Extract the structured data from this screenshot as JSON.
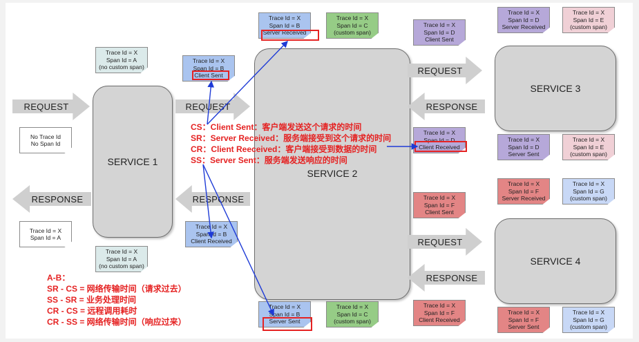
{
  "services": {
    "s1": "SERVICE 1",
    "s2": "SERVICE 2",
    "s3": "SERVICE 3",
    "s4": "SERVICE 4"
  },
  "arrows": {
    "request": "REQUEST",
    "response": "RESPONSE"
  },
  "notes": {
    "n1": [
      "Trace Id = X",
      "Span Id = A",
      "(no custom span)"
    ],
    "n2": [
      "No Trace Id",
      "No Span Id"
    ],
    "n3": [
      "Trace Id = X",
      "Span Id = A"
    ],
    "n4": [
      "Trace Id = X",
      "Span Id = A",
      "(no custom span)"
    ],
    "n5": [
      "Trace Id = X",
      "Span Id = B",
      "Client Sent"
    ],
    "n6": [
      "Trace Id = X",
      "Span Id = B",
      "Client Received"
    ],
    "n7": [
      "Trace Id = X",
      "Span Id = B",
      "Server Received"
    ],
    "n8": [
      "Trace Id = X",
      "Span Id = C",
      "(custom span)"
    ],
    "n9": [
      "Trace Id = X",
      "Span Id = B",
      "Server Sent"
    ],
    "n10": [
      "Trace Id = X",
      "Span Id = C",
      "(custom span)"
    ],
    "n11": [
      "Trace Id = X",
      "Span Id = D",
      "Client Sent"
    ],
    "n12": [
      "Trace Id = X",
      "Span Id = D",
      "Client Received"
    ],
    "n13": [
      "Trace Id = X",
      "Span Id = F",
      "Client Sent"
    ],
    "n14": [
      "Trace Id = X",
      "Span Id = F",
      "Client Received"
    ],
    "n15": [
      "Trace Id = X",
      "Span Id = D",
      "Server Received"
    ],
    "n16": [
      "Trace Id = X",
      "Span Id = E",
      "(custom span)"
    ],
    "n17": [
      "Trace Id = X",
      "Span Id = D",
      "Server Sent"
    ],
    "n18": [
      "Trace Id = X",
      "Span Id = E",
      "(custom span)"
    ],
    "n19": [
      "Trace Id = X",
      "Span Id = F",
      "Server Received"
    ],
    "n20": [
      "Trace Id = X",
      "Span Id = G",
      "(custom span)"
    ],
    "n21": [
      "Trace Id = X",
      "Span Id = F",
      "Server Sent"
    ],
    "n22": [
      "Trace Id = X",
      "Span Id = G",
      "(custom span)"
    ]
  },
  "definitions": [
    "CS：Client Sent：客户端发送这个请求的时间",
    "SR：Server Received：服务端接受到这个请求的时间",
    "CR：Client Reeceived：客户端接受到数据的时间",
    "SS：Server Sent：服务端发送响应的时间"
  ],
  "formulas": [
    "A-B：",
    "SR - CS = 网络传输时间（请求过去）",
    "SS - SR = 业务处理时间",
    "CR - CS = 远程调用耗时",
    "CR - SS = 网络传输时间（响应过来）"
  ]
}
